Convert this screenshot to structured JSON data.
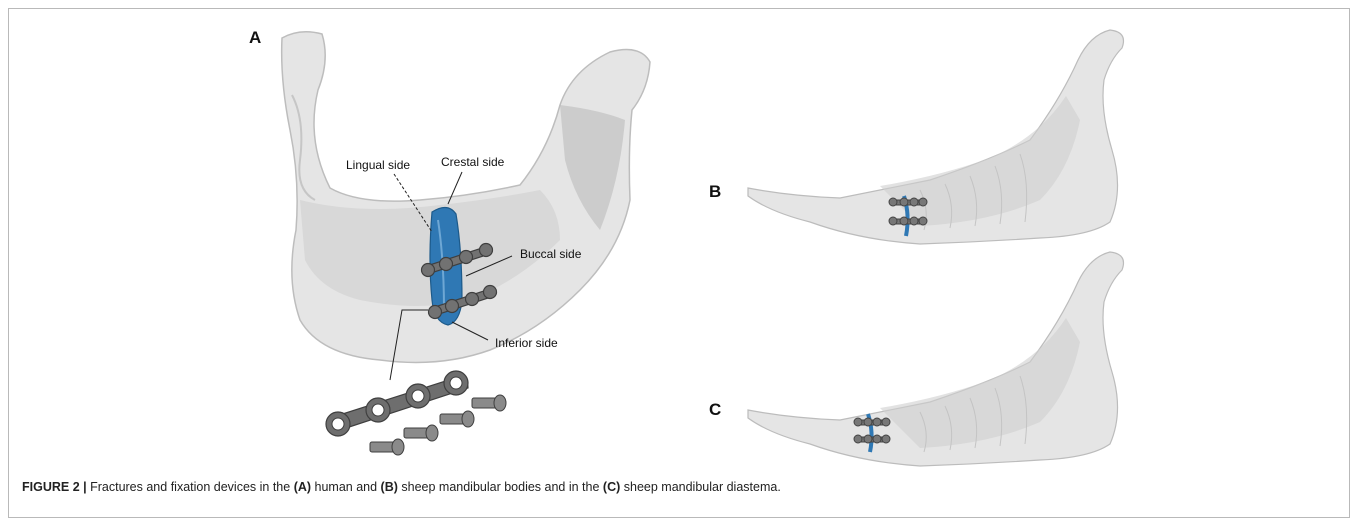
{
  "panels": {
    "a": {
      "letter": "A"
    },
    "b": {
      "letter": "B"
    },
    "c": {
      "letter": "C"
    }
  },
  "callouts": {
    "lingual": "Lingual side",
    "crestal": "Crestal side",
    "buccal": "Buccal side",
    "inferior": "Inferior side"
  },
  "caption": {
    "figure_label": "FIGURE 2 |",
    "t1": " Fractures and fixation devices in the ",
    "ref_a": "(A)",
    "t2": " human and ",
    "ref_b": "(B)",
    "t3": " sheep mandibular bodies and in the ",
    "ref_c": "(C)",
    "t4": " sheep mandibular diastema."
  },
  "colors": {
    "bone": "#d8d8d8",
    "fracture": "#2f78b4",
    "plate": "#707070",
    "frame": "#b9b9b9"
  }
}
